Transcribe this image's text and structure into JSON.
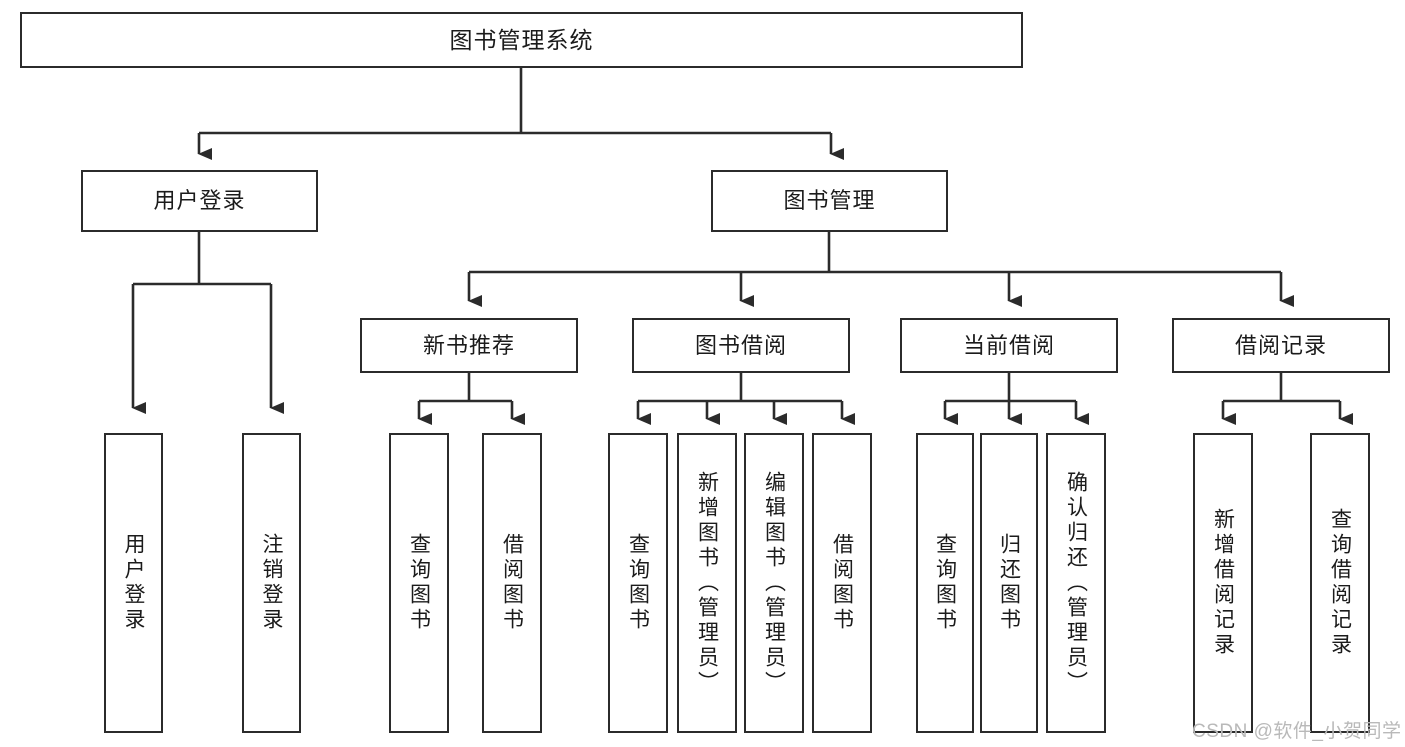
{
  "diagram": {
    "title": "图书管理系统",
    "type": "tree-hierarchy-chart",
    "levels": 4,
    "stroke_color": "#2b2b2b",
    "fill_color": "#ffffff",
    "text_color": "#1b1b1b"
  },
  "nodes": {
    "root": {
      "label": "图书管理系统"
    },
    "level2": [
      {
        "label": "用户登录"
      },
      {
        "label": "图书管理"
      }
    ],
    "level3": [
      {
        "label": "新书推荐"
      },
      {
        "label": "图书借阅"
      },
      {
        "label": "当前借阅"
      },
      {
        "label": "借阅记录"
      }
    ],
    "leaves": [
      {
        "label": "用户登录",
        "parent": "用户登录"
      },
      {
        "label": "注销登录",
        "parent": "用户登录"
      },
      {
        "label": "查询图书",
        "parent": "新书推荐"
      },
      {
        "label": "借阅图书",
        "parent": "新书推荐"
      },
      {
        "label": "查询图书",
        "parent": "图书借阅"
      },
      {
        "label": "新增图书（管理员）",
        "parent": "图书借阅"
      },
      {
        "label": "编辑图书（管理员）",
        "parent": "图书借阅"
      },
      {
        "label": "借阅图书",
        "parent": "图书借阅"
      },
      {
        "label": "查询图书",
        "parent": "当前借阅"
      },
      {
        "label": "归还图书",
        "parent": "当前借阅"
      },
      {
        "label": "确认归还（管理员）",
        "parent": "当前借阅"
      },
      {
        "label": "新增借阅记录",
        "parent": "借阅记录"
      },
      {
        "label": "查询借阅记录",
        "parent": "借阅记录"
      }
    ]
  },
  "watermark": {
    "text": "CSDN @软件_小贺同学"
  }
}
